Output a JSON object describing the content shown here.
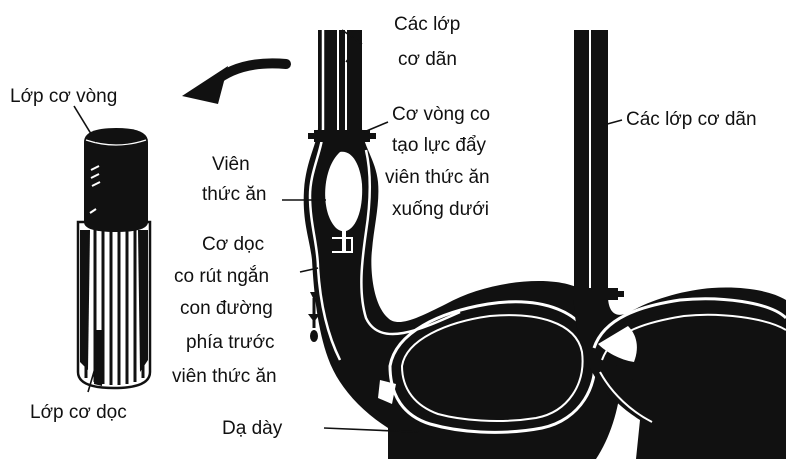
{
  "labels": {
    "ring_muscle": "Lớp cơ vòng",
    "longitudinal_muscle": "Lớp cơ dọc",
    "relaxed_layers_top_1": "Các lớp",
    "relaxed_layers_top_2": "cơ dãn",
    "ring_contract_1": "Cơ vòng co",
    "ring_contract_2": "tạo lực đẩy",
    "ring_contract_3": "viên thức ăn",
    "ring_contract_4": "xuống dưới",
    "bolus_1": "Viên",
    "bolus_2": "thức ăn",
    "long_contract_1": "Cơ dọc",
    "long_contract_2": "co rút ngắn",
    "long_contract_3": "con đường",
    "long_contract_4": "phía trước",
    "long_contract_5": "viên thức ăn",
    "stomach": "Dạ dày",
    "relaxed_layers_right": "Các lớp cơ dãn"
  },
  "colors": {
    "ink": "#111111",
    "paper": "#ffffff"
  }
}
